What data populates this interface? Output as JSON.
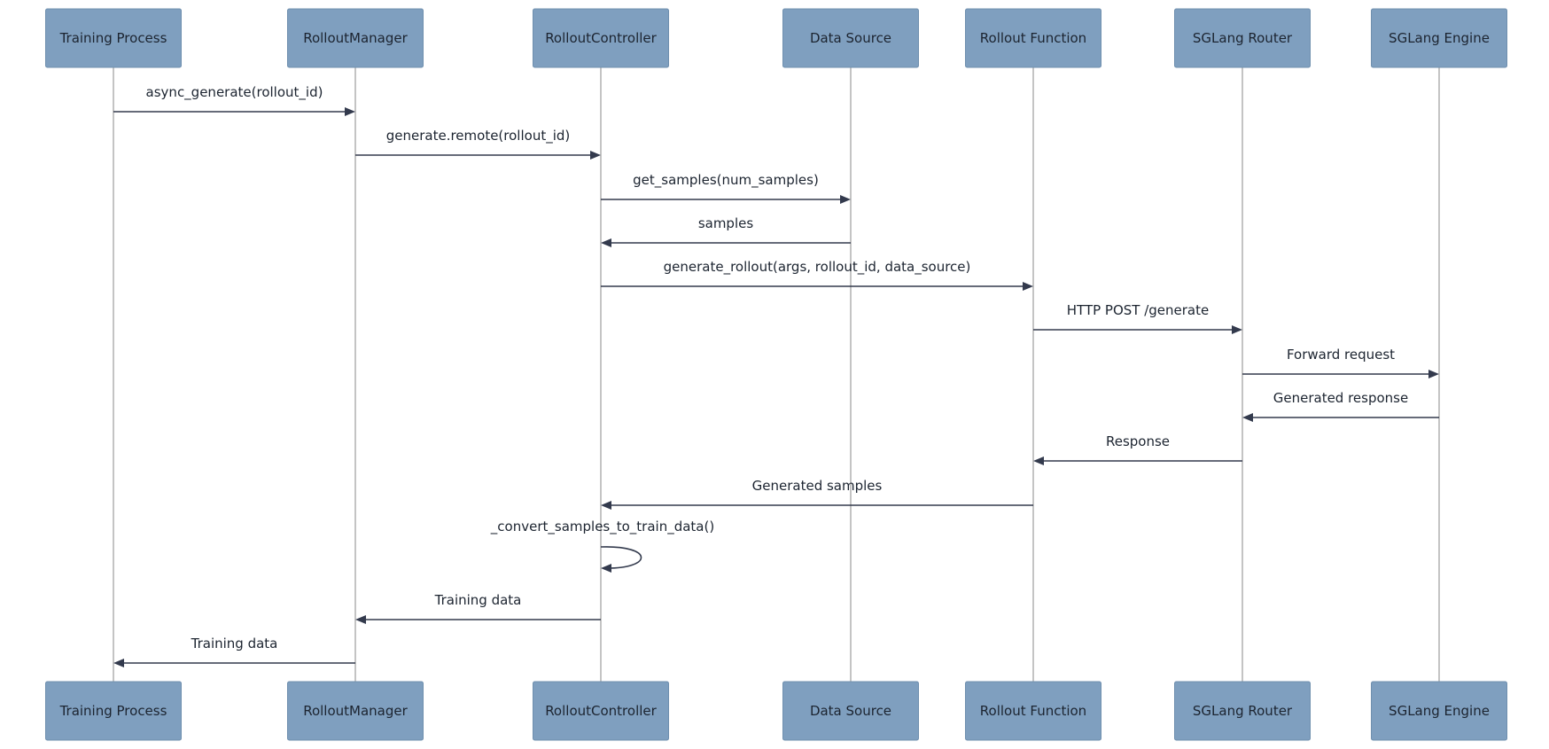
{
  "participants": [
    {
      "id": "training",
      "label": "Training Process"
    },
    {
      "id": "manager",
      "label": "RolloutManager"
    },
    {
      "id": "controller",
      "label": "RolloutController"
    },
    {
      "id": "datasource",
      "label": "Data Source"
    },
    {
      "id": "rolloutfn",
      "label": "Rollout Function"
    },
    {
      "id": "router",
      "label": "SGLang Router"
    },
    {
      "id": "engine",
      "label": "SGLang Engine"
    }
  ],
  "messages": [
    {
      "from": "training",
      "to": "manager",
      "label": "async_generate(rollout_id)"
    },
    {
      "from": "manager",
      "to": "controller",
      "label": "generate.remote(rollout_id)"
    },
    {
      "from": "controller",
      "to": "datasource",
      "label": "get_samples(num_samples)"
    },
    {
      "from": "datasource",
      "to": "controller",
      "label": "samples"
    },
    {
      "from": "controller",
      "to": "rolloutfn",
      "label": "generate_rollout(args, rollout_id, data_source)"
    },
    {
      "from": "rolloutfn",
      "to": "router",
      "label": "HTTP POST /generate"
    },
    {
      "from": "router",
      "to": "engine",
      "label": "Forward request"
    },
    {
      "from": "engine",
      "to": "router",
      "label": "Generated response"
    },
    {
      "from": "router",
      "to": "rolloutfn",
      "label": "Response"
    },
    {
      "from": "rolloutfn",
      "to": "controller",
      "label": "Generated samples"
    },
    {
      "from": "controller",
      "to": "controller",
      "label": "_convert_samples_to_train_data()"
    },
    {
      "from": "controller",
      "to": "manager",
      "label": "Training data"
    },
    {
      "from": "manager",
      "to": "training",
      "label": "Training data"
    }
  ]
}
